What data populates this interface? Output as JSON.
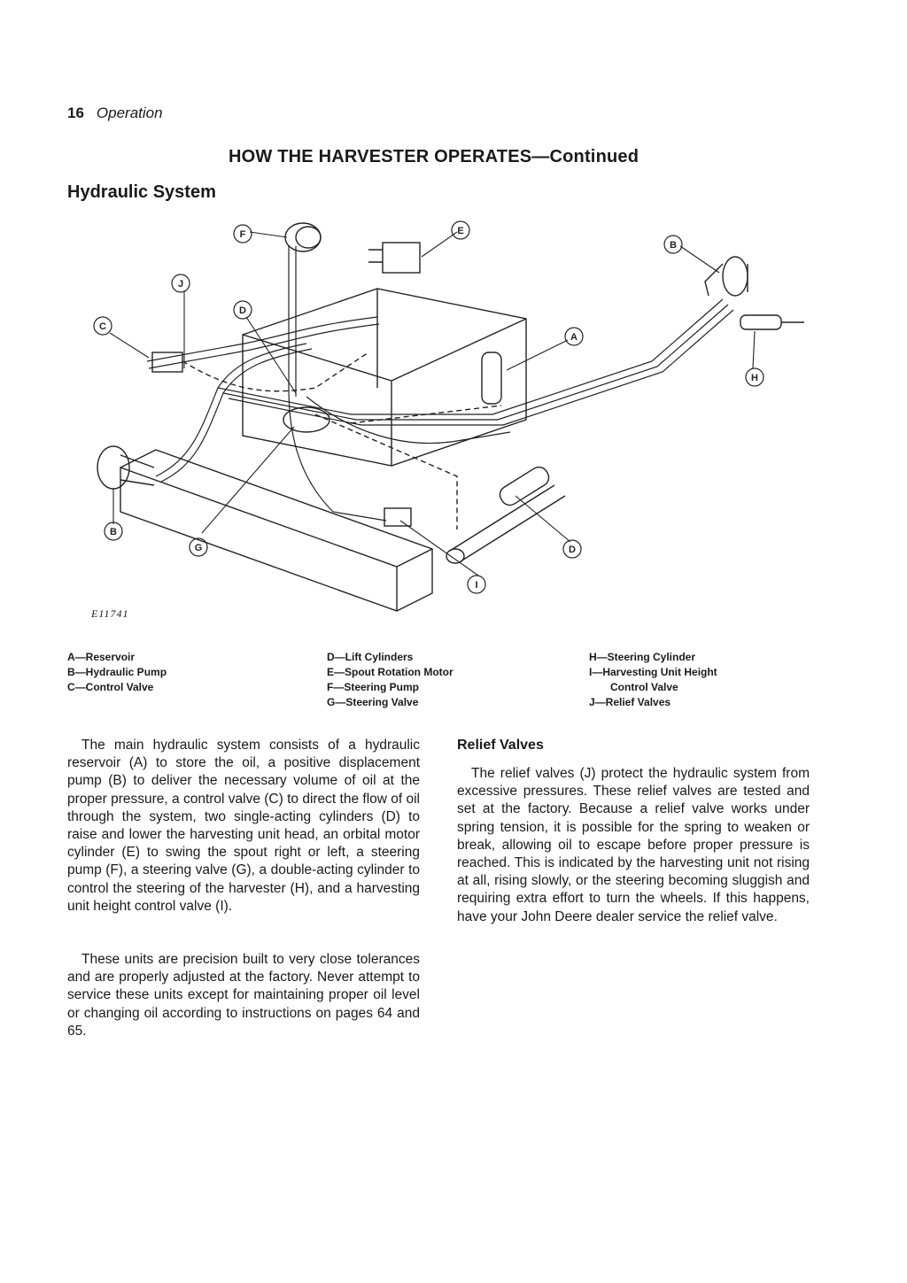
{
  "header": {
    "page_number": "16",
    "section": "Operation"
  },
  "main_title": "HOW THE HARVESTER OPERATES—Continued",
  "section_title": "Hydraulic System",
  "figure": {
    "id": "E11741",
    "callouts": {
      "a": "A",
      "b1": "B",
      "b2": "B",
      "c": "C",
      "d1": "D",
      "d2": "D",
      "e": "E",
      "f": "F",
      "g": "G",
      "h": "H",
      "i": "I",
      "j": "J"
    }
  },
  "legend": {
    "col1": [
      "A—Reservoir",
      "B—Hydraulic Pump",
      "C—Control Valve"
    ],
    "col2": [
      "D—Lift Cylinders",
      "E—Spout Rotation Motor",
      "F—Steering Pump",
      "G—Steering Valve"
    ],
    "col3": [
      "H—Steering Cylinder",
      "I—Harvesting Unit Height",
      "Control Valve",
      "J—Relief Valves"
    ]
  },
  "paragraphs": {
    "p1": "The main hydraulic system consists of a hydraulic reservoir (A) to store the oil, a positive displacement pump (B) to deliver the necessary volume of oil at the proper pressure, a control valve (C) to direct the flow of oil through the system, two single-acting cylinders (D) to raise and lower the harvesting unit head, an orbital motor cylinder (E) to swing the spout right or left, a steering pump (F), a steering valve (G), a double-acting cylinder to control the steering of the harvester (H), and a harvesting unit height control valve (I).",
    "p2": "These units are precision built to very close tolerances and are properly adjusted at the factory. Never attempt to service these units except for maintaining proper oil level or changing oil according to instructions on pages 64 and 65."
  },
  "relief": {
    "heading": "Relief Valves",
    "text": "The relief valves (J) protect the hydraulic system from excessive pressures. These relief valves are tested and set at the factory. Because a relief valve works under spring tension, it is possible for the spring to weaken or break, allowing oil to escape before proper pressure is reached. This is indicated by the harvesting unit not rising at all, rising slowly, or the steering becoming sluggish and requiring extra effort to turn the wheels. If this happens, have your John Deere dealer service the relief valve."
  }
}
